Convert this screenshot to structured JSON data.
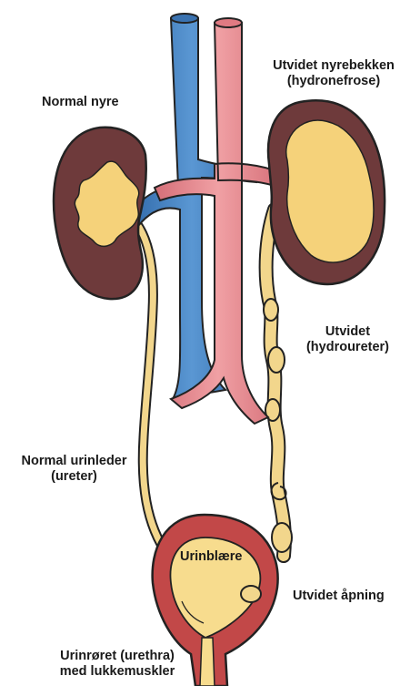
{
  "labels": {
    "normal_kidney": "Normal nyre",
    "hydronephrosis": [
      "Utvidet nyrebekken",
      "(hydronefrose)"
    ],
    "hydroureter": [
      "Utvidet",
      "(hydroureter)"
    ],
    "normal_ureter": [
      "Normal urinleder",
      "(ureter)"
    ],
    "bladder": "Urinblære",
    "dilated_opening": "Utvidet åpning",
    "urethra": [
      "Urinrøret (urethra)",
      "med lukkemuskler"
    ]
  },
  "colors": {
    "kidney_outer": "#6e3a3b",
    "renal_pelvis": "#f5d27a",
    "ureter": "#f2d68c",
    "vein": "#4a86c5",
    "artery": "#e58a8f",
    "bladder_wall": "#c24848",
    "bladder_inner": "#f7dc8e",
    "outline": "#222222"
  }
}
